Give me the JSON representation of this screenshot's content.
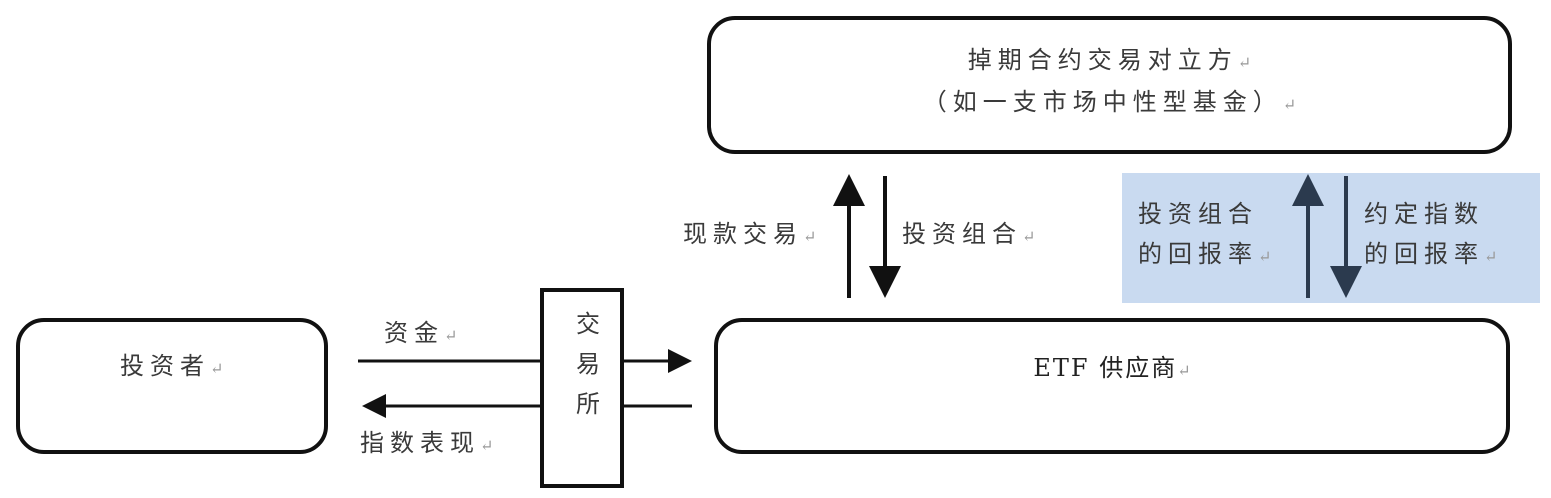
{
  "nodes": {
    "counterparty": {
      "line1": "掉期合约交易对立方",
      "line2": "（如一支市场中性型基金）"
    },
    "investor": {
      "label": "投资者"
    },
    "exchange": {
      "chars": [
        "交",
        "易",
        "所"
      ]
    },
    "etf_provider": {
      "label": "ETF 供应商"
    }
  },
  "flows": {
    "cash_trade": "现款交易",
    "portfolio": "投资组合",
    "portfolio_return_line1": "投资组合",
    "portfolio_return_line2": "的回报率",
    "index_return_line1": "约定指数",
    "index_return_line2": "的回报率",
    "funds": "资金",
    "index_performance": "指数表现"
  },
  "marks": {
    "paragraph_mark": "↵"
  },
  "colors": {
    "panel": "#c9daf0",
    "stroke": "#111111"
  }
}
